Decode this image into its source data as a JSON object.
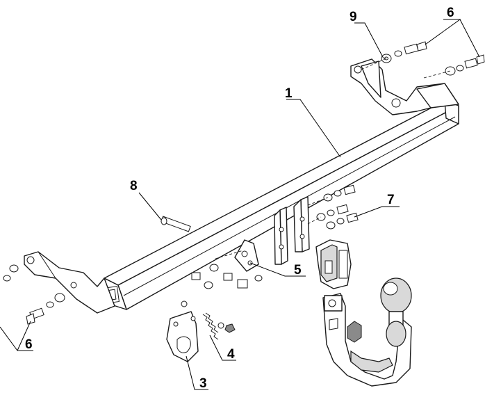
{
  "callouts": {
    "p1": "1",
    "p3": "3",
    "p4": "4",
    "p5": "5",
    "p6_top": "6",
    "p6_left": "6",
    "p7": "7",
    "p8": "8",
    "p9": "9"
  }
}
